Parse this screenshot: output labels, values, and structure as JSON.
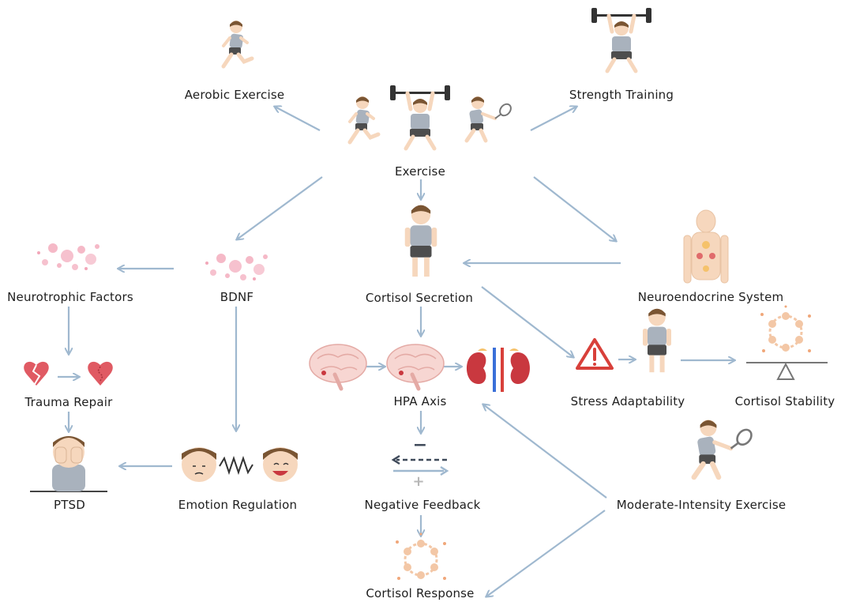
{
  "nodes": {
    "aerobic": "Aerobic Exercise",
    "exercise": "Exercise",
    "strength": "Strength Training",
    "bdnf": "BDNF",
    "neurotrophic": "Neurotrophic Factors",
    "cortisol_secretion": "Cortisol Secretion",
    "neuroendocrine": "Neuroendocrine System",
    "trauma_repair": "Trauma Repair",
    "hpa_axis": "HPA Axis",
    "stress_adaptability": "Stress Adaptability",
    "cortisol_stability": "Cortisol Stability",
    "ptsd": "PTSD",
    "emotion_regulation": "Emotion Regulation",
    "negative_feedback": "Negative Feedback",
    "moderate_exercise": "Moderate-Intensity Exercise",
    "cortisol_response": "Cortisol Response"
  },
  "feedback_signs": {
    "minus": "−",
    "plus": "+"
  },
  "colors": {
    "arrow": "#9fb8cf",
    "skin": "#f6d7bd",
    "hair": "#7a5533",
    "shirt": "#a9b2bd",
    "shorts": "#4d4d4d",
    "pink": "#f2a7b9",
    "heart": "#e05a63",
    "kidney": "#c9383f",
    "warning": "#d8403a"
  }
}
